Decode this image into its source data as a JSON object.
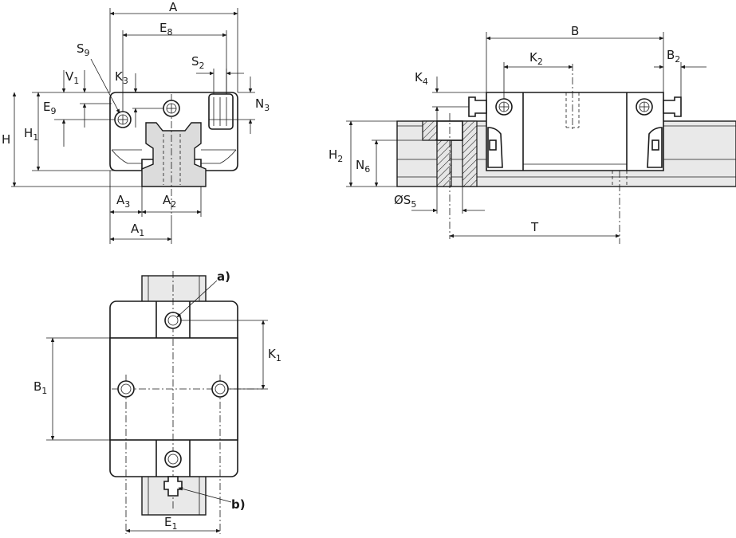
{
  "labels": {
    "A": "A",
    "E": "E",
    "E8_sub": "8",
    "S": "S",
    "S9_sub": "9",
    "S2_sub": "2",
    "V": "V",
    "V1_sub": "1",
    "K": "K",
    "K3_sub": "3",
    "K4_sub": "4",
    "K2_sub": "2",
    "K1_sub": "1",
    "N": "N",
    "N3_sub": "3",
    "N6_sub": "6",
    "E9_sub": "9",
    "H": "H",
    "H1_sub": "1",
    "H2_sub": "2",
    "A3_sub": "3",
    "A2_sub": "2",
    "A1_sub": "1",
    "B": "B",
    "B2_sub": "2",
    "B1_sub": "1",
    "OS": "ØS",
    "S5_sub": "5",
    "T": "T",
    "E1_sub": "1",
    "note_a": "a)",
    "note_b": "b)"
  }
}
